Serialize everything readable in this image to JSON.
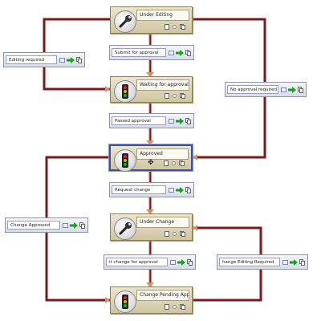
{
  "states": [
    {
      "id": "under_editing",
      "title": "Under Editing",
      "icon": "wrench-icon"
    },
    {
      "id": "waiting_for_approval",
      "title": "Waiting for approval",
      "icon": "traffic-light-icon"
    },
    {
      "id": "approved",
      "title": "Approved",
      "icon": "traffic-light-icon",
      "selected": true
    },
    {
      "id": "under_change",
      "title": "Under Change",
      "icon": "wrench-icon"
    },
    {
      "id": "change_pending_approval",
      "title": "Change Pending Approval",
      "icon": "traffic-light-icon"
    }
  ],
  "transitions": [
    {
      "id": "submit_for_approval",
      "label": "Submit for approval"
    },
    {
      "id": "passed_approval",
      "label": "Passed approval"
    },
    {
      "id": "request_change",
      "label": "Request change"
    },
    {
      "id": "submit_change_for_approval",
      "label": "it change for approval"
    },
    {
      "id": "editing_required",
      "label": "Editing required"
    },
    {
      "id": "no_approval_required",
      "label": "No approval required"
    },
    {
      "id": "change_approved",
      "label": "Change Approved"
    },
    {
      "id": "change_editing_required",
      "label": "hange Editing Required"
    }
  ],
  "colors": {
    "wire": "#7a1a1a",
    "wire_highlight": "#c98b8b",
    "arrowhead": "#d89060",
    "state_fill": "#d9d0b0",
    "selected_border": "#3b4ea8",
    "go_arrow": "#1aa01a"
  }
}
